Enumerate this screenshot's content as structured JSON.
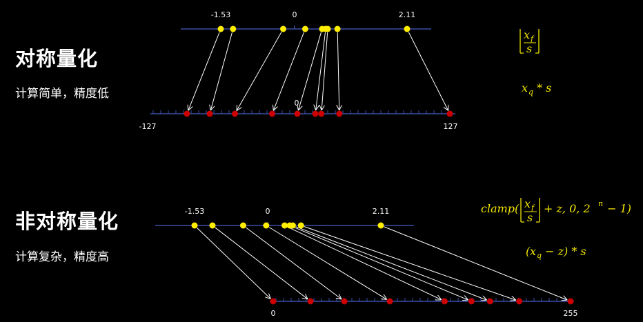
{
  "symmetric": {
    "title": "对称量化",
    "subtitle": "计算简单，精度低",
    "float_axis": {
      "min_label": "-1.53",
      "zero_label": "0",
      "max_label": "2.11",
      "min": -1.53,
      "max": 2.11
    },
    "quant_axis": {
      "min_label": "-127",
      "zero_label": "0",
      "max_label": "127",
      "min": -127,
      "max": 127
    },
    "float_points": [
      -1.53,
      -1.29,
      -0.31,
      0.12,
      0.45,
      0.52,
      0.56,
      0.75,
      2.11
    ],
    "quant_points": [
      -92,
      -73,
      -52,
      -21,
      0,
      15,
      20,
      35,
      127
    ],
    "formula_quantize": {
      "numerator": "x",
      "numerator_sub": "f",
      "denominator": "s"
    },
    "formula_dequantize": {
      "base": "x",
      "sub": "q",
      "rest": " * s"
    }
  },
  "asymmetric": {
    "title": "非对称量化",
    "subtitle": "计算复杂，精度高",
    "float_axis": {
      "min_label": "-1.53",
      "zero_label": "0",
      "max_label": "2.11",
      "min": -1.53,
      "max": 2.11
    },
    "quant_axis": {
      "zero_label": "0",
      "max_label": "255",
      "min": 0,
      "max": 255
    },
    "float_points": [
      -1.53,
      -1.18,
      -0.58,
      -0.13,
      0.23,
      0.33,
      0.39,
      0.55,
      2.11
    ],
    "quant_points": [
      0,
      32,
      61,
      100,
      147,
      170,
      186,
      211,
      255
    ],
    "formula_quantize": {
      "prefix": "clamp(",
      "numerator": "x",
      "numerator_sub": "f",
      "denominator": "s",
      "suffix": "+ z, 0, 2",
      "power": "n",
      "suffix_end": " − 1)"
    },
    "formula_dequantize": {
      "open": "(",
      "base": "x",
      "sub": "q",
      "rest": " − z) * s"
    }
  },
  "colors": {
    "background": "#000000",
    "axis": "#3a4fa8",
    "float_point": "#ffee00",
    "quant_point": "#cc0000",
    "arrow": "#ffffff",
    "formula": "#f2e600"
  }
}
